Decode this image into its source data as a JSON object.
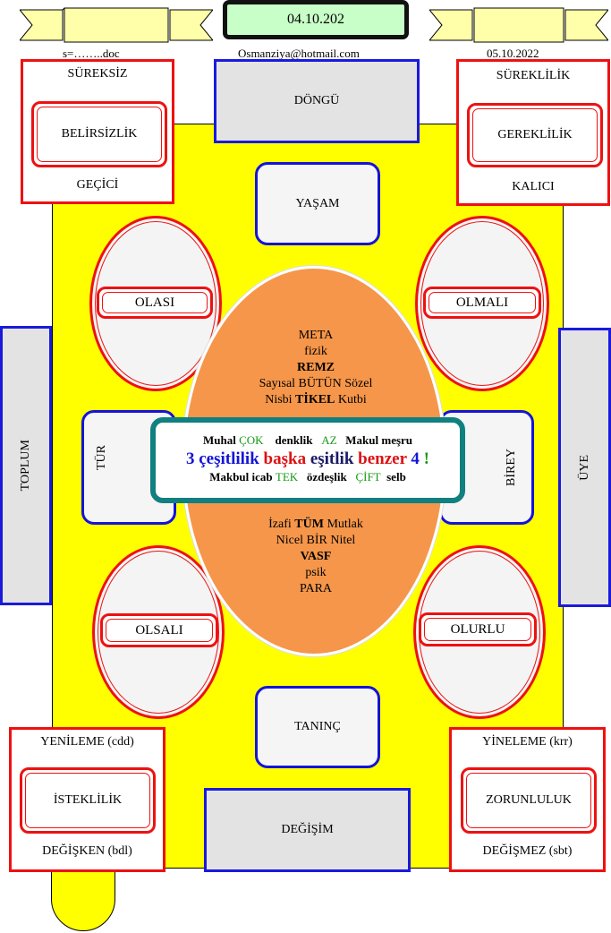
{
  "header": {
    "date_box": "04.10.202",
    "left_note": "s=……..doc",
    "email": "Osmanziya@hotmail.com",
    "right_date": "05.10.2022"
  },
  "corners": {
    "top_left": {
      "top": "SÜREKSİZ",
      "inner": "BELİRSİZLİK",
      "bottom": "GEÇİCİ"
    },
    "top_right": {
      "top": "SÜREKLİLİK",
      "inner": "GEREKLİLİK",
      "bottom": "KALICI"
    },
    "bottom_left": {
      "top": "YENİLEME (cdd)",
      "inner": "İSTEKLİLİK",
      "bottom": "DEĞİŞKEN (bdl)"
    },
    "bottom_right": {
      "top": "YİNELEME (krr)",
      "inner": "ZORUNLULUK",
      "bottom": "DEĞİŞMEZ (sbt)"
    }
  },
  "gray_boxes": {
    "top": "DÖNGÜ",
    "bottom": "DEĞİŞİM",
    "left": "TOPLUM",
    "right": "ÜYE"
  },
  "blue_boxes": {
    "top": "YAŞAM",
    "bottom": "TANINÇ",
    "left": "TÜR",
    "right": "BİREY"
  },
  "ellipses": {
    "top_left": "OLASI",
    "top_right": "OLMALI",
    "bottom_left": "OLSALI",
    "bottom_right": "OLURLU"
  },
  "center_top": {
    "l1": "META",
    "l2": "fizik",
    "l3": "REMZ",
    "l4": "Sayısal BÜTÜN Sözel",
    "l5a": "Nisbi",
    "l5b": "TİKEL",
    "l5c": "Kutbi"
  },
  "center_bottom": {
    "l1a": "İzafi",
    "l1b": "TÜM",
    "l1c": "Mutlak",
    "l2": "Nicel BİR Nitel",
    "l3": "VASF",
    "l4": "psik",
    "l5": "PARA"
  },
  "banner": {
    "r1a": "Muhal",
    "r1b": "ÇOK",
    "r1c": "denklik",
    "r1d": "AZ",
    "r1e": "Makul meşru",
    "r2a": "3 çeşitlilik",
    "r2b": "başka",
    "r2c": "eşitlik",
    "r2d": "benzer",
    "r2e": "4",
    "r2f": "!",
    "r3a": "Makbul icab",
    "r3b": "TEK",
    "r3c": "özdeşlik",
    "r3d": "ÇİFT",
    "r3e": "selb"
  },
  "colors": {
    "yellow": "#ffff00",
    "orange": "#f5964a",
    "teal": "#108080",
    "blue": "#1414d8",
    "red": "#ee1111",
    "green": "#159a15"
  }
}
